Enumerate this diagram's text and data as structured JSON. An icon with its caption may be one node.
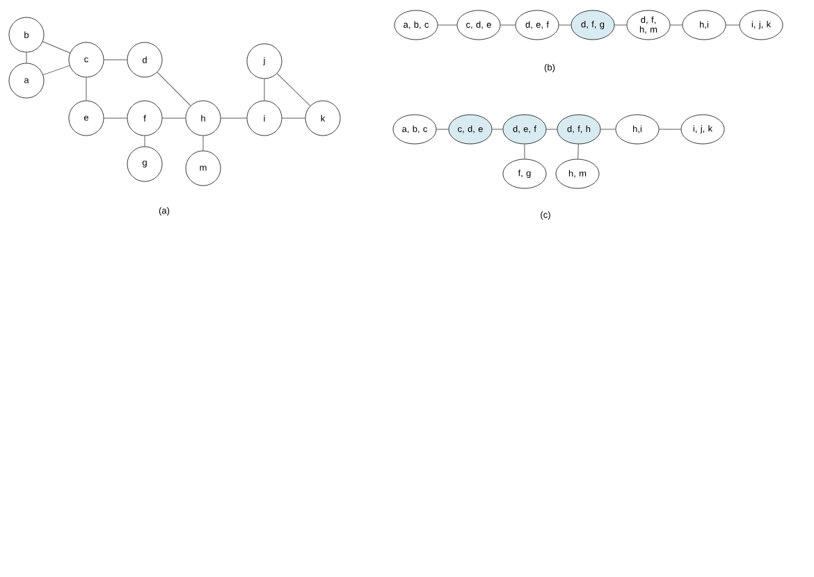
{
  "diagram": {
    "nodes": [
      {
        "text": [
          "b"
        ]
      },
      {
        "text": [
          "a"
        ]
      },
      {
        "text": [
          "c"
        ]
      },
      {
        "text": [
          "d"
        ]
      },
      {
        "text": [
          "e"
        ]
      },
      {
        "text": [
          "f"
        ]
      },
      {
        "text": [
          "g"
        ]
      },
      {
        "text": [
          "h"
        ]
      },
      {
        "text": [
          "m"
        ]
      },
      {
        "text": [
          "i"
        ]
      },
      {
        "text": [
          "j"
        ]
      },
      {
        "text": [
          "k"
        ]
      },
      {
        "text": [
          "a, b, c"
        ]
      },
      {
        "text": [
          "c, d, e"
        ]
      },
      {
        "text": [
          "d, e, f"
        ]
      },
      {
        "text": [
          "d, f, g"
        ]
      },
      {
        "text": [
          "d, f, h, m"
        ]
      },
      {
        "text": [
          "h,i"
        ]
      },
      {
        "text": [
          "i, j, k"
        ]
      },
      {
        "text": [
          "a, b, c"
        ]
      },
      {
        "text": [
          "c, d, e"
        ]
      },
      {
        "text": [
          "d, e, f"
        ]
      },
      {
        "text": [
          "d, f, h"
        ]
      },
      {
        "text": [
          "h,i"
        ]
      },
      {
        "text": [
          "i, j, k"
        ]
      },
      {
        "text": [
          "f, g"
        ]
      },
      {
        "text": [
          "h, m"
        ]
      }
    ],
    "edges": [
      {
        "from": 0,
        "to": 1,
        "arrow": "none"
      },
      {
        "from": 0,
        "to": 2,
        "arrow": "none"
      },
      {
        "from": 1,
        "to": 2,
        "arrow": "none"
      },
      {
        "from": 2,
        "to": 3,
        "arrow": "none"
      },
      {
        "from": 2,
        "to": 4,
        "arrow": "none"
      },
      {
        "from": 3,
        "to": 7,
        "arrow": "none"
      },
      {
        "from": 4,
        "to": 5,
        "arrow": "none"
      },
      {
        "from": 5,
        "to": 7,
        "arrow": "none"
      },
      {
        "from": 5,
        "to": 6,
        "arrow": "none"
      },
      {
        "from": 7,
        "to": 8,
        "arrow": "none"
      },
      {
        "from": 7,
        "to": 9,
        "arrow": "none"
      },
      {
        "from": 9,
        "to": 10,
        "arrow": "none"
      },
      {
        "from": 10,
        "to": 11,
        "arrow": "none"
      },
      {
        "from": 9,
        "to": 11,
        "arrow": "none"
      },
      {
        "from": 12,
        "to": 13,
        "arrow": "none"
      },
      {
        "from": 13,
        "to": 14,
        "arrow": "none"
      },
      {
        "from": 14,
        "to": 15,
        "arrow": "none"
      },
      {
        "from": 15,
        "to": 16,
        "arrow": "none"
      },
      {
        "from": 16,
        "to": 17,
        "arrow": "none"
      },
      {
        "from": 17,
        "to": 18,
        "arrow": "none"
      },
      {
        "from": 19,
        "to": 20,
        "arrow": "none"
      },
      {
        "from": 20,
        "to": 21,
        "arrow": "none"
      },
      {
        "from": 21,
        "to": 22,
        "arrow": "none"
      },
      {
        "from": 22,
        "to": 23,
        "arrow": "none"
      },
      {
        "from": 23,
        "to": 24,
        "arrow": "none"
      },
      {
        "from": 21,
        "to": 25,
        "arrow": "none"
      },
      {
        "from": 22,
        "to": 26,
        "arrow": "none"
      }
    ],
    "labels": [
      "(a)",
      "(b)",
      "(c)"
    ]
  }
}
